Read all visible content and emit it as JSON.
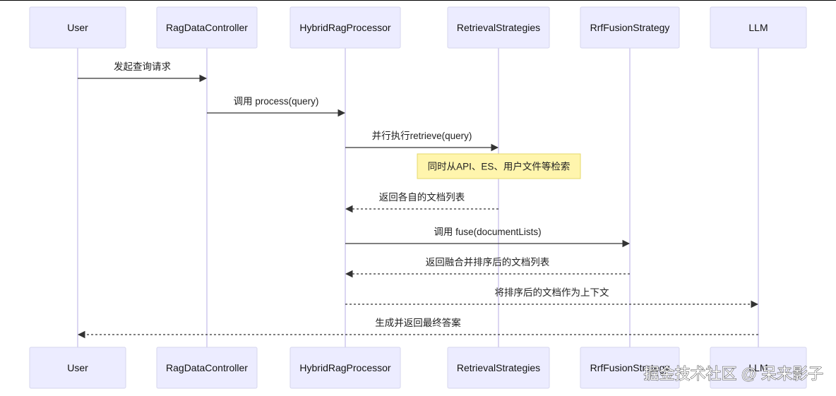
{
  "actors": [
    {
      "id": "user",
      "label": "User"
    },
    {
      "id": "controller",
      "label": "RagDataController"
    },
    {
      "id": "processor",
      "label": "HybridRagProcessor"
    },
    {
      "id": "strategies",
      "label": "RetrievalStrategies"
    },
    {
      "id": "fusion",
      "label": "RrfFusionStrategy"
    },
    {
      "id": "llm",
      "label": "LLM"
    }
  ],
  "messages": [
    {
      "from": "user",
      "to": "controller",
      "text": "发起查询请求",
      "style": "solid"
    },
    {
      "from": "controller",
      "to": "processor",
      "text": "调用 process(query)",
      "style": "solid"
    },
    {
      "from": "processor",
      "to": "strategies",
      "text": "并行执行retrieve(query)",
      "style": "solid"
    },
    {
      "from": "strategies",
      "to": "processor",
      "text": "返回各自的文档列表",
      "style": "dashed"
    },
    {
      "from": "processor",
      "to": "fusion",
      "text": "调用 fuse(documentLists)",
      "style": "solid"
    },
    {
      "from": "fusion",
      "to": "processor",
      "text": "返回融合并排序后的文档列表",
      "style": "dashed"
    },
    {
      "from": "processor",
      "to": "llm",
      "text": "将排序后的文档作为上下文",
      "style": "dashed"
    },
    {
      "from": "llm",
      "to": "user",
      "text": "生成并返回最终答案",
      "style": "dashed"
    }
  ],
  "note": {
    "over": "strategies",
    "text": "同时从API、ES、用户文件等检索"
  },
  "colors": {
    "actor_fill": "#ececff",
    "lifeline": "#cfc8ee",
    "note_fill": "#fff5ad"
  },
  "watermark": "掘金技术社区 @ 呆来影子"
}
